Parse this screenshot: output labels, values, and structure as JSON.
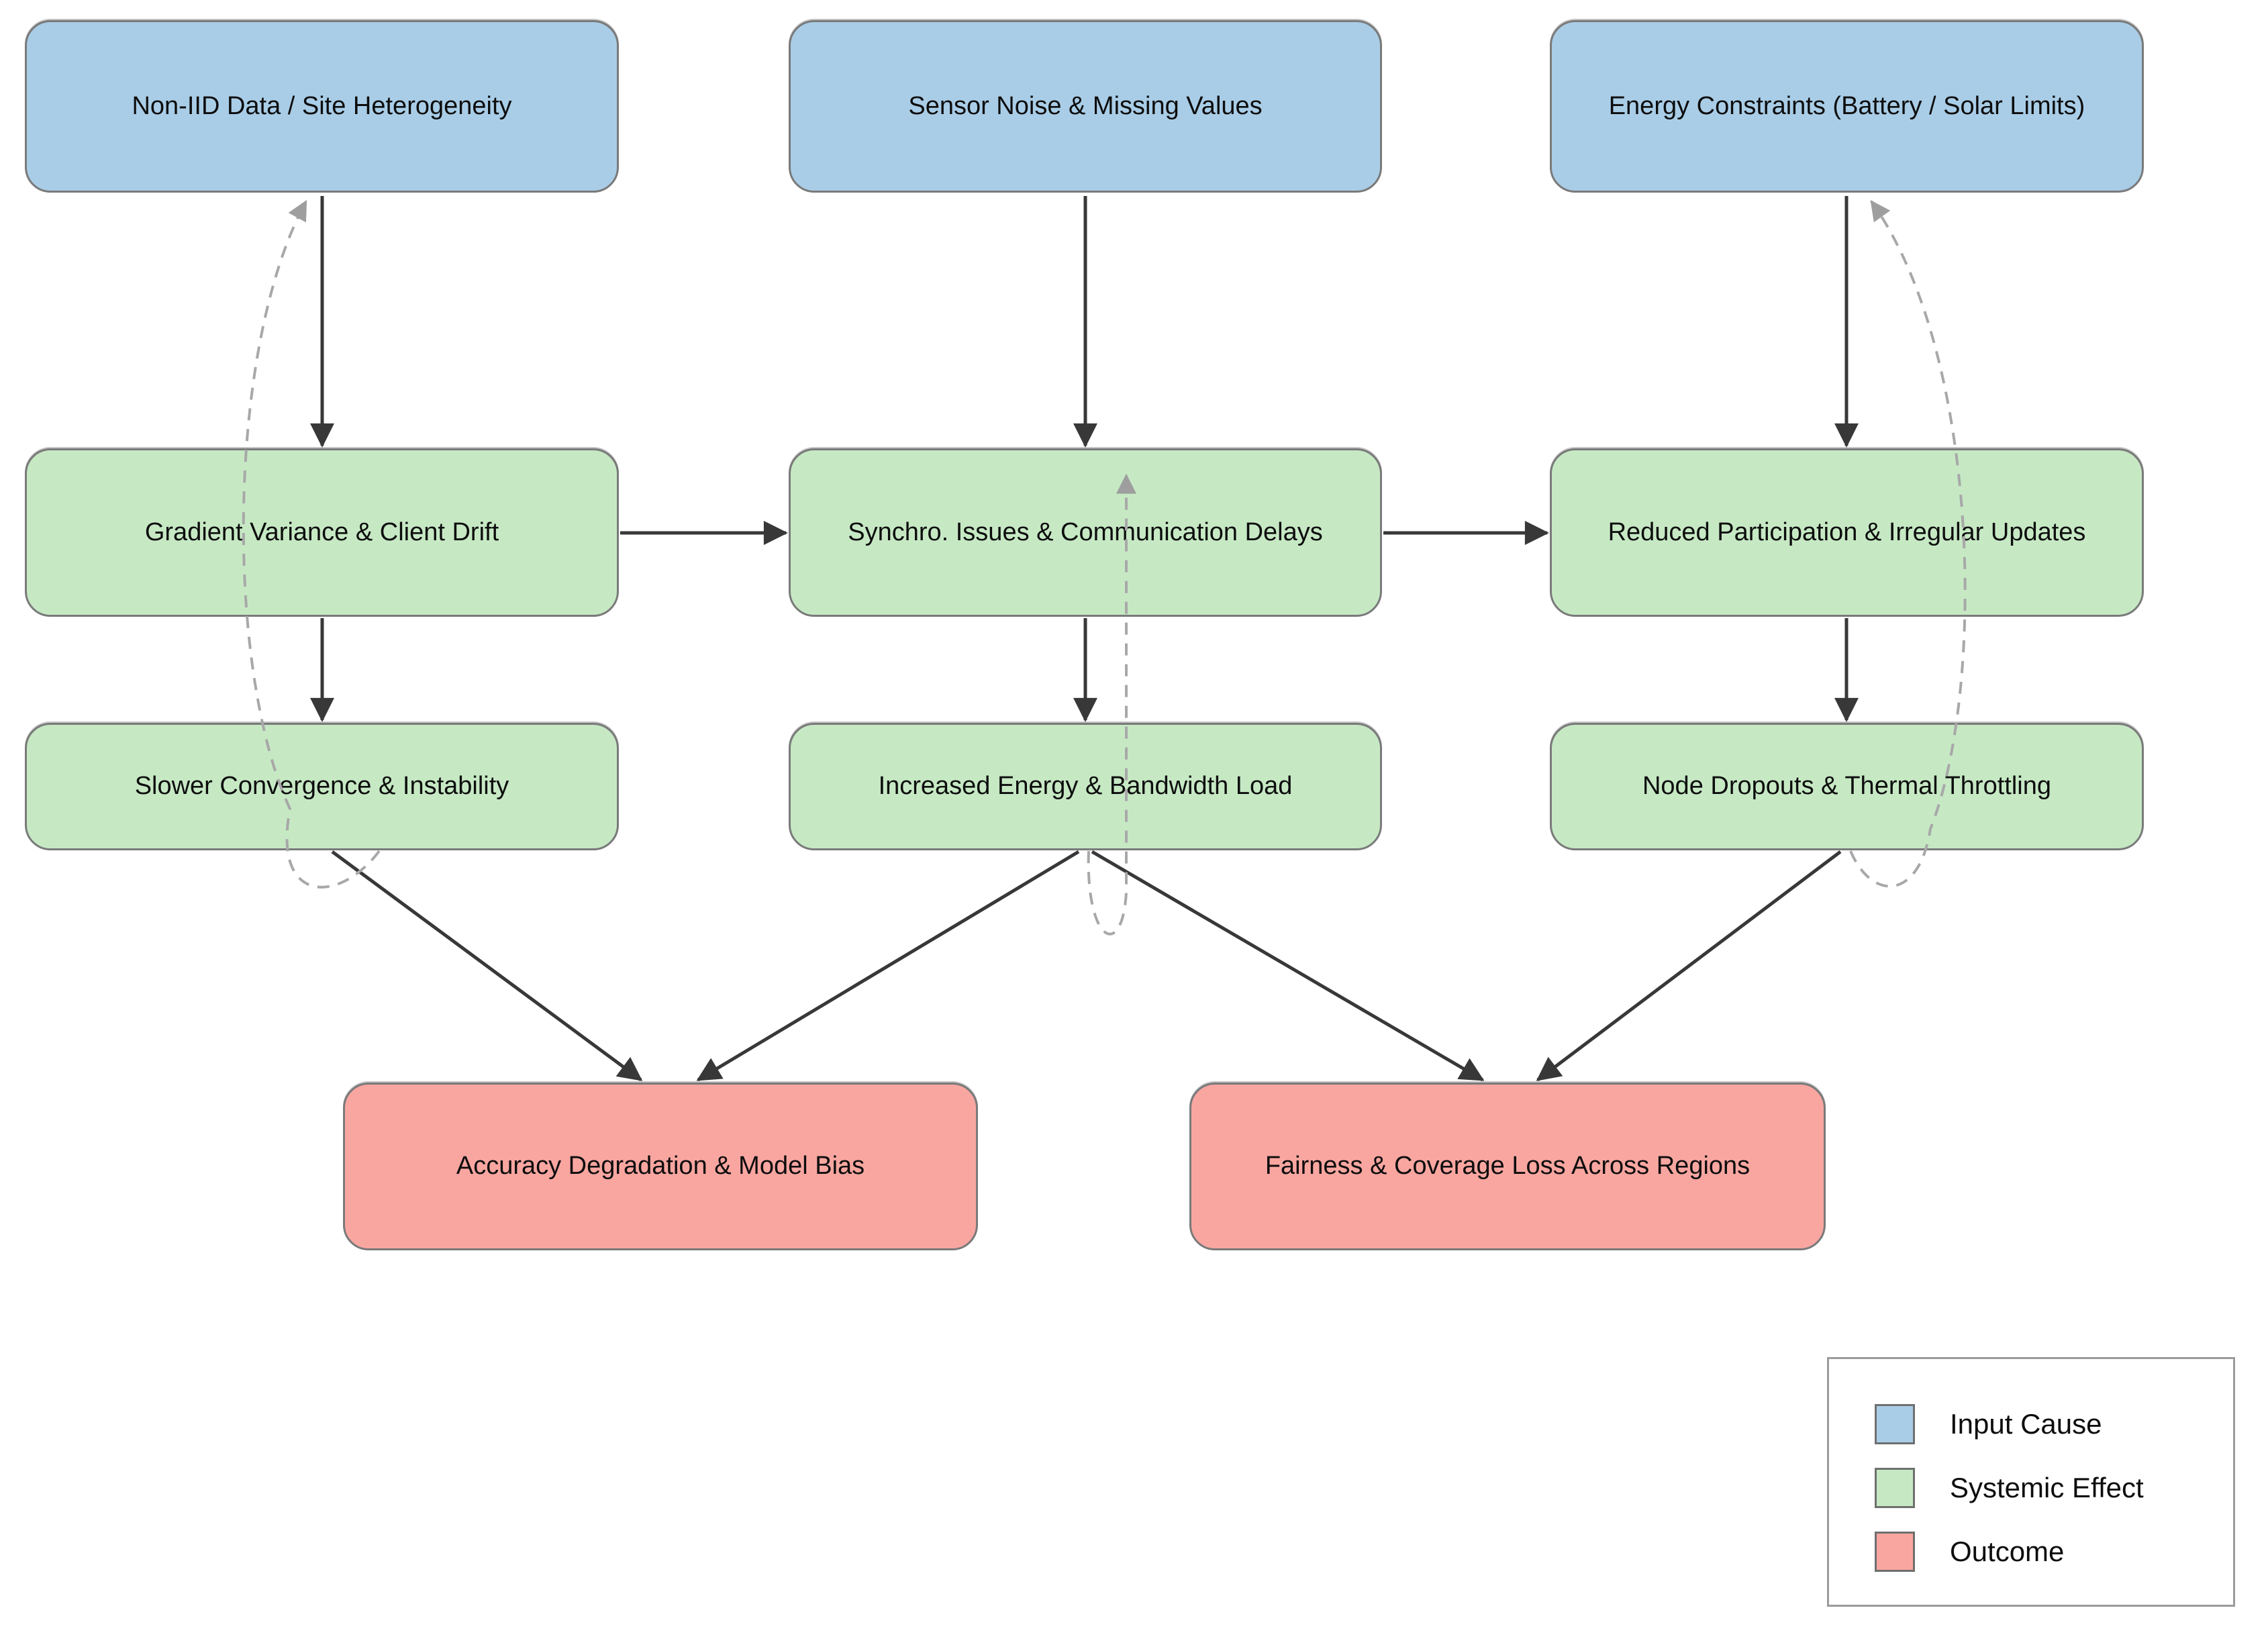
{
  "diagram": {
    "nodes": {
      "non_iid": {
        "label": "Non-IID Data / Site Heterogeneity",
        "type": "input_cause"
      },
      "sensor_noise": {
        "label": "Sensor Noise & Missing Values",
        "type": "input_cause"
      },
      "energy_constraints": {
        "label": "Energy Constraints (Battery / Solar Limits)",
        "type": "input_cause"
      },
      "gradient_variance": {
        "label": "Gradient Variance & Client Drift",
        "type": "systemic_effect"
      },
      "synchro_issues": {
        "label": "Synchro. Issues & Communication Delays",
        "type": "systemic_effect"
      },
      "reduced_participation": {
        "label": "Reduced Participation & Irregular Updates",
        "type": "systemic_effect"
      },
      "slower_convergence": {
        "label": "Slower Convergence & Instability",
        "type": "systemic_effect"
      },
      "increased_energy": {
        "label": "Increased Energy & Bandwidth Load",
        "type": "systemic_effect"
      },
      "node_dropouts": {
        "label": "Node Dropouts & Thermal Throttling",
        "type": "systemic_effect"
      },
      "accuracy_degradation": {
        "label": "Accuracy Degradation & Model Bias",
        "type": "outcome"
      },
      "fairness_loss": {
        "label": "Fairness & Coverage Loss Across Regions",
        "type": "outcome"
      }
    },
    "solid_edges": [
      [
        "non_iid",
        "gradient_variance"
      ],
      [
        "sensor_noise",
        "synchro_issues"
      ],
      [
        "energy_constraints",
        "reduced_participation"
      ],
      [
        "gradient_variance",
        "synchro_issues"
      ],
      [
        "synchro_issues",
        "reduced_participation"
      ],
      [
        "gradient_variance",
        "slower_convergence"
      ],
      [
        "synchro_issues",
        "increased_energy"
      ],
      [
        "reduced_participation",
        "node_dropouts"
      ],
      [
        "slower_convergence",
        "accuracy_degradation"
      ],
      [
        "increased_energy",
        "accuracy_degradation"
      ],
      [
        "increased_energy",
        "fairness_loss"
      ],
      [
        "node_dropouts",
        "fairness_loss"
      ]
    ],
    "dashed_feedback_edges": [
      [
        "slower_convergence",
        "non_iid"
      ],
      [
        "increased_energy",
        "synchro_issues"
      ],
      [
        "node_dropouts",
        "energy_constraints"
      ]
    ],
    "colors": {
      "input_cause": "#a9cde7",
      "systemic_effect": "#c6e9c4",
      "outcome": "#f9a6a1",
      "node_border": "#7a7a7a",
      "solid_arrow": "#383838",
      "dashed_arrow": "#a8a8a8",
      "background": "#ffffff"
    },
    "legend": {
      "items": [
        {
          "label": "Input Cause",
          "color": "#a9cde7"
        },
        {
          "label": "Systemic Effect",
          "color": "#c6e9c4"
        },
        {
          "label": "Outcome",
          "color": "#f9a6a1"
        }
      ]
    }
  }
}
